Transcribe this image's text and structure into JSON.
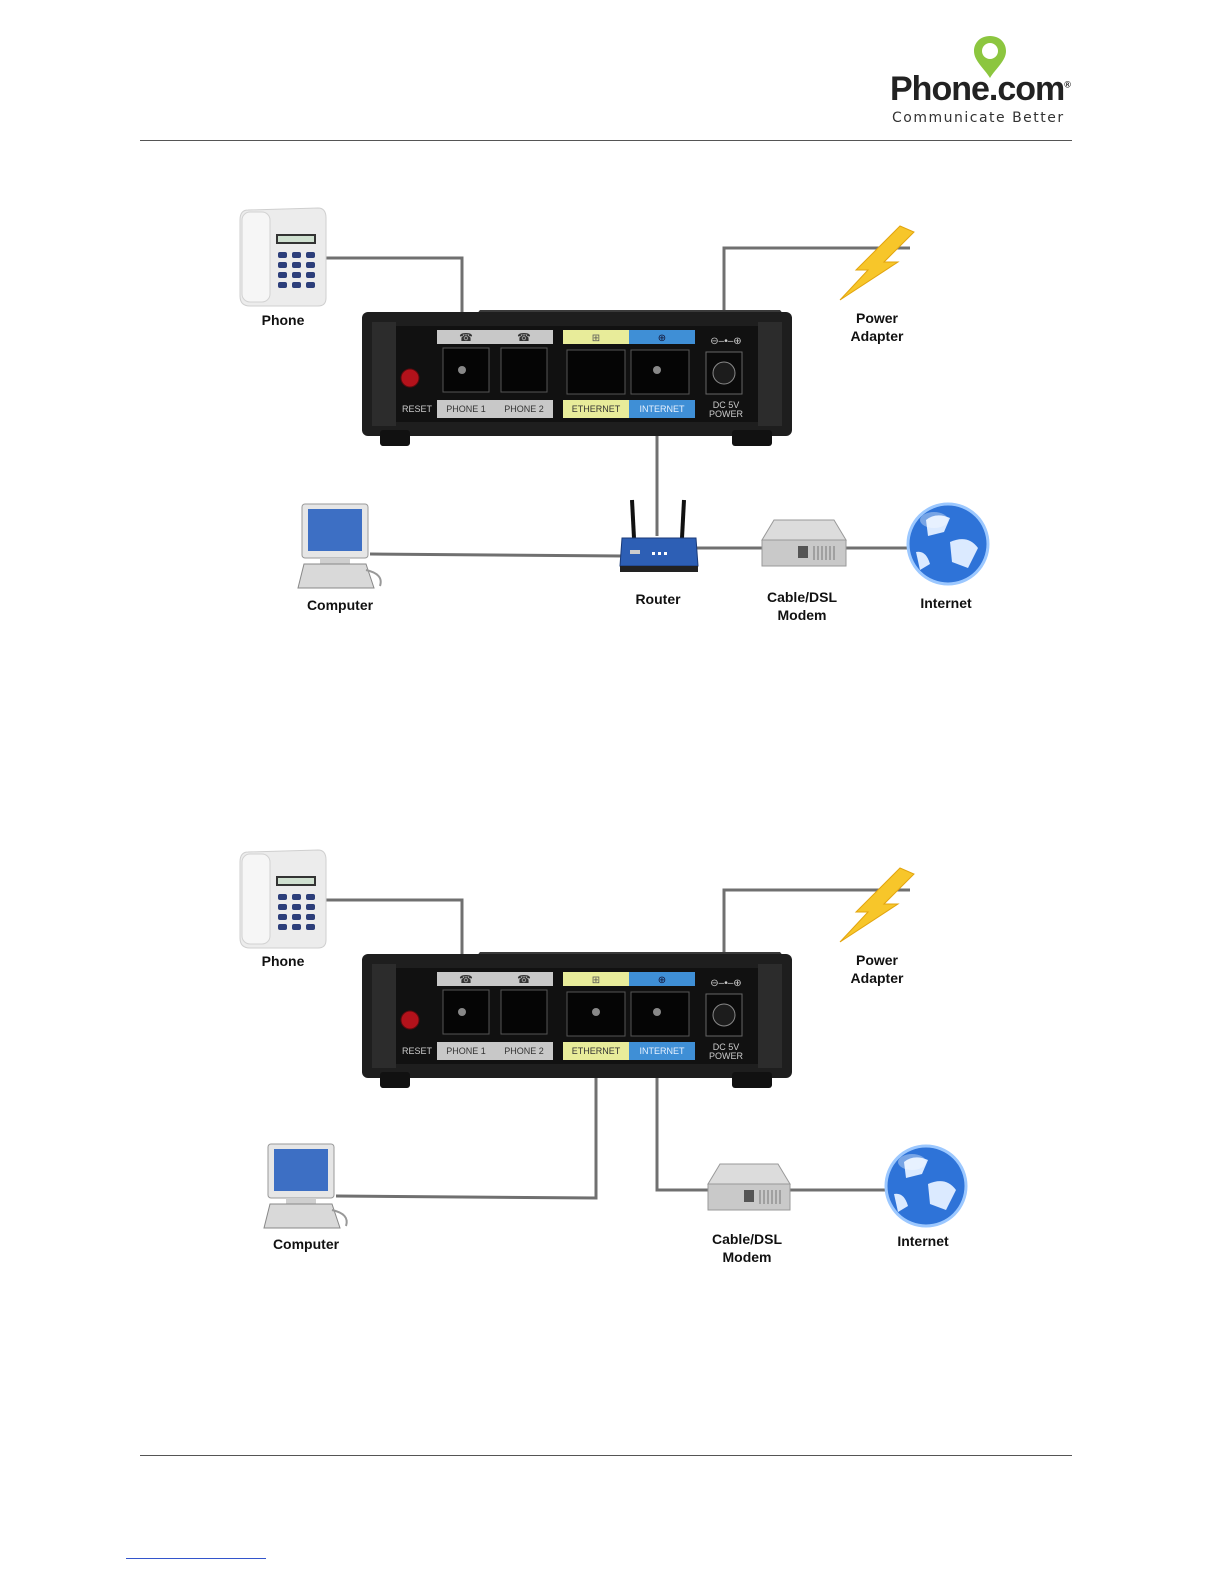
{
  "brand": {
    "name": "Phone.com",
    "reg_mark": "®",
    "tagline": "Communicate Better",
    "accent": "#8cc63f"
  },
  "diagram1": {
    "device_ports": {
      "reset": "RESET",
      "phone1": "PHONE 1",
      "phone2": "PHONE 2",
      "ethernet": "ETHERNET",
      "internet": "INTERNET",
      "power_line1": "DC 5V",
      "power_line2": "POWER"
    },
    "labels": {
      "phone": "Phone",
      "power_adapter": "Power\nAdapter",
      "computer": "Computer",
      "router": "Router",
      "modem": "Cable/DSL\nModem",
      "internet": "Internet"
    }
  },
  "diagram2": {
    "device_ports": {
      "reset": "RESET",
      "phone1": "PHONE 1",
      "phone2": "PHONE 2",
      "ethernet": "ETHERNET",
      "internet": "INTERNET",
      "power_line1": "DC 5V",
      "power_line2": "POWER"
    },
    "labels": {
      "phone": "Phone",
      "power_adapter": "Power\nAdapter",
      "computer": "Computer",
      "modem": "Cable/DSL\nModem",
      "internet": "Internet"
    }
  },
  "colors": {
    "cable": "#707070",
    "ethernet_port": "#e8ec9a",
    "internet_port": "#3f8fd6",
    "phone_port": "#c8c8c8"
  }
}
